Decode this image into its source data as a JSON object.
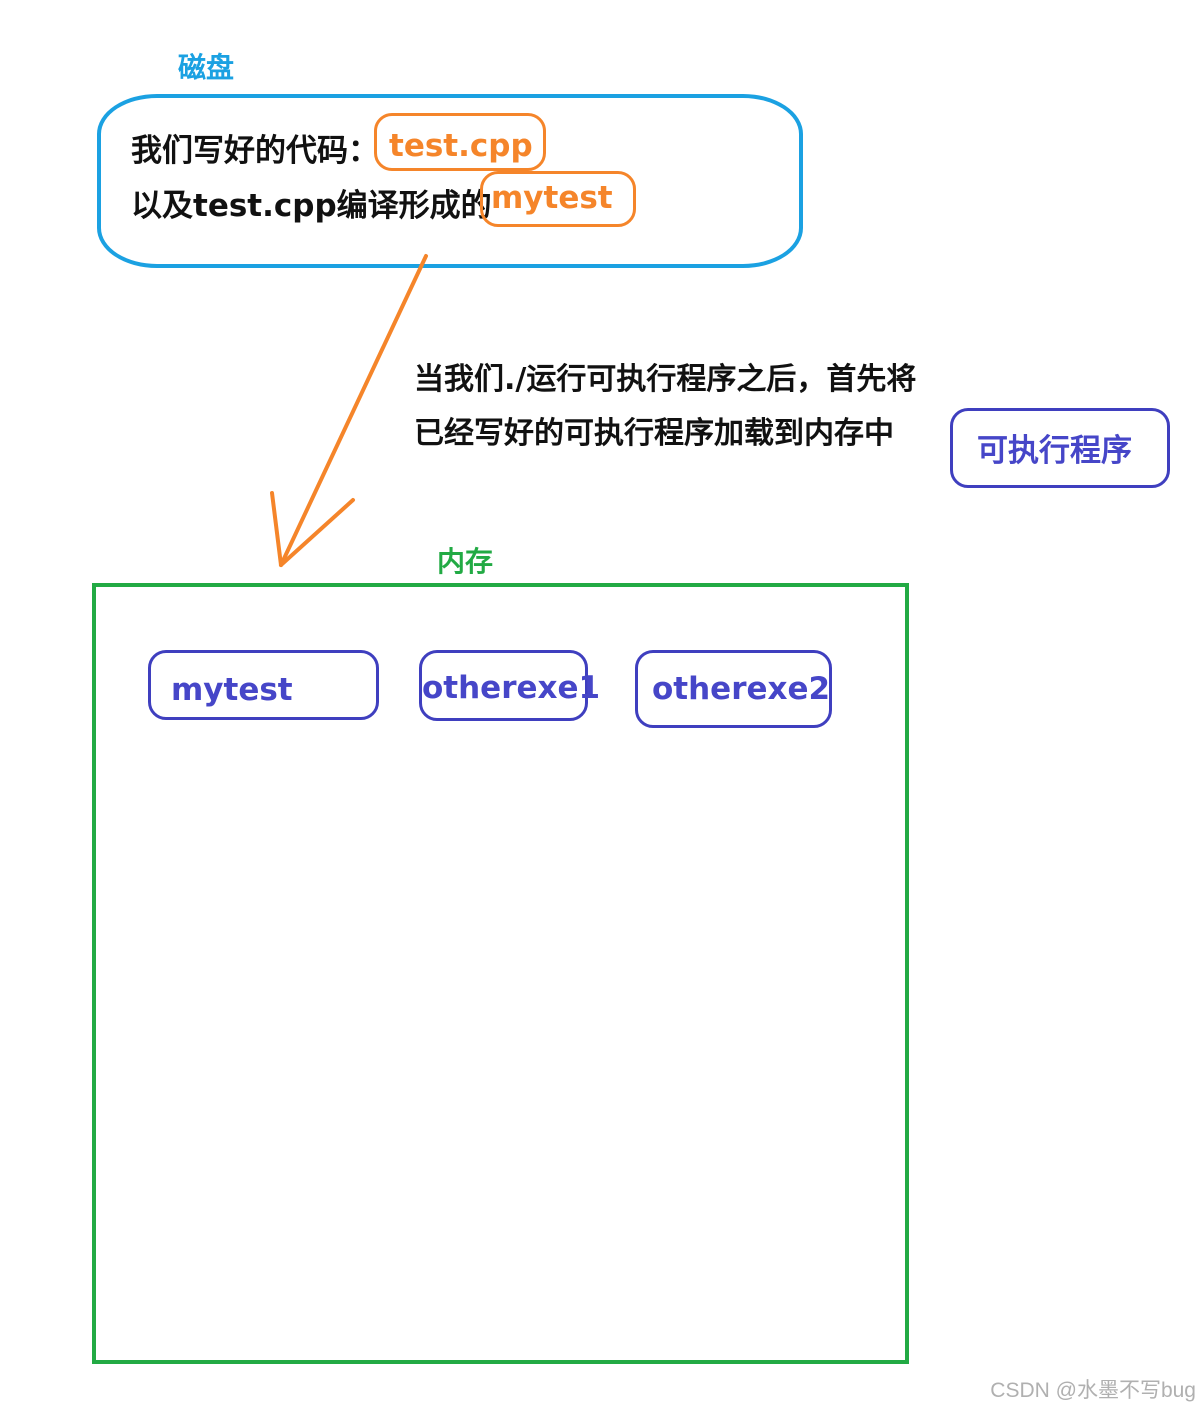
{
  "disk": {
    "label": "磁盘",
    "line1": "我们写好的代码：",
    "line2": "以及test.cpp编译形成的",
    "source_file": "test.cpp",
    "executable": "mytest"
  },
  "description": {
    "line1": "当我们./运行可执行程序之后，首先将",
    "line2": "已经写好的可执行程序加载到内存中",
    "tag": "可执行程序"
  },
  "memory": {
    "label": "内存",
    "processes": [
      "mytest",
      "otherexe1",
      "otherexe2"
    ]
  },
  "watermark": "CSDN @水墨不写bug",
  "colors": {
    "disk": "#1ba1e2",
    "memory": "#22aa44",
    "file_highlight": "#f5852a",
    "process": "#3f3fbf",
    "arrow": "#f5852a"
  }
}
